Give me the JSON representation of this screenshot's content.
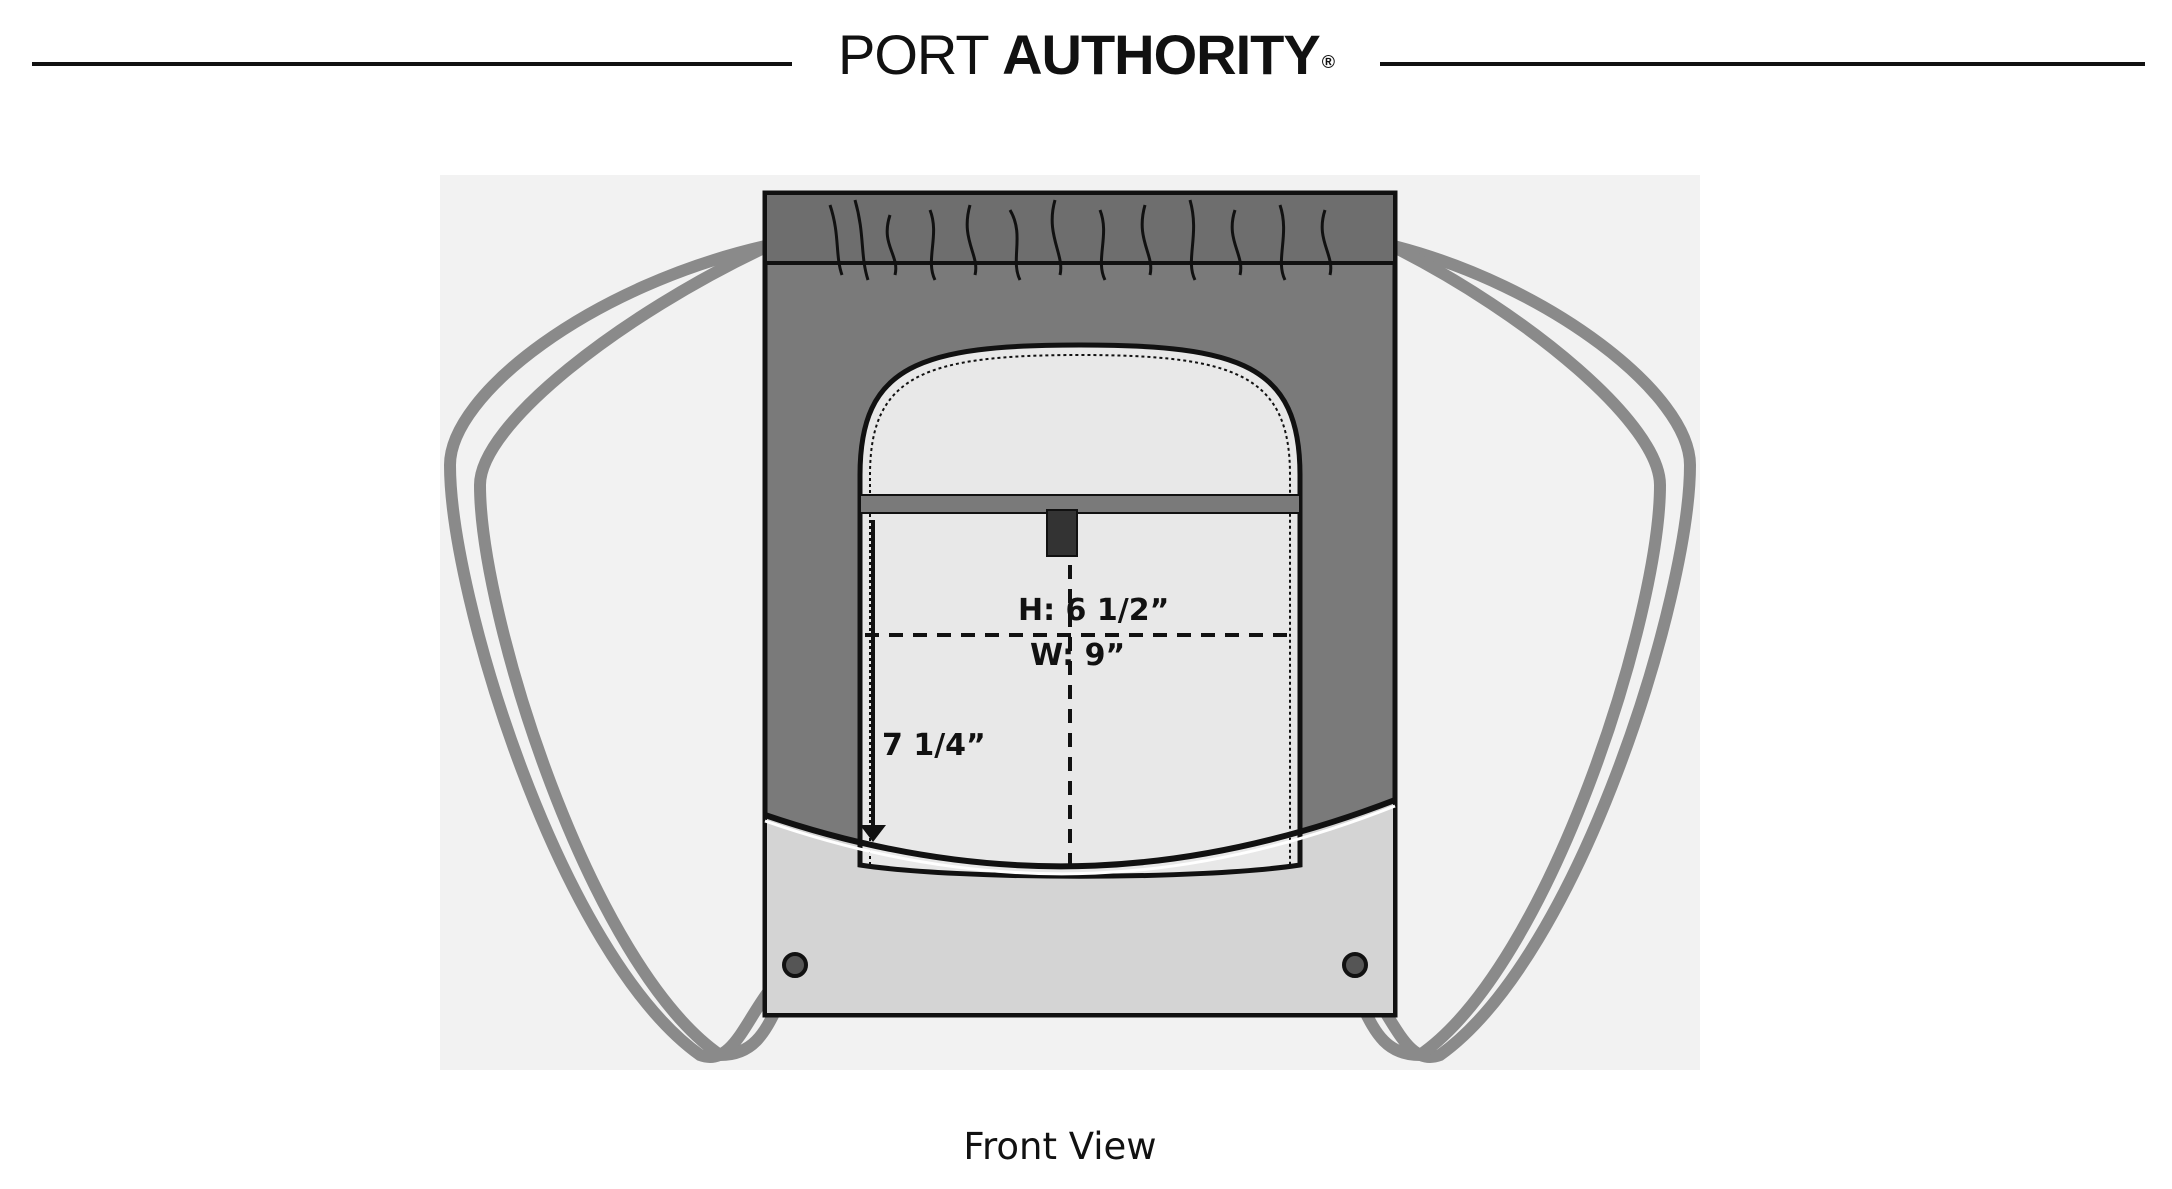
{
  "brand": {
    "word1": "PORT",
    "word2": "AUTHORITY",
    "mark": "®"
  },
  "dimensions": {
    "height": "H: 6 1/2”",
    "width": "W: 9”",
    "depth": "7 1/4”"
  },
  "caption": "Front View",
  "colors": {
    "body": "#7a7a7a",
    "pocket": "#e8e8e8",
    "bottom": "#d4d4d4",
    "cord": "#8a8a8a",
    "outline": "#111111"
  }
}
